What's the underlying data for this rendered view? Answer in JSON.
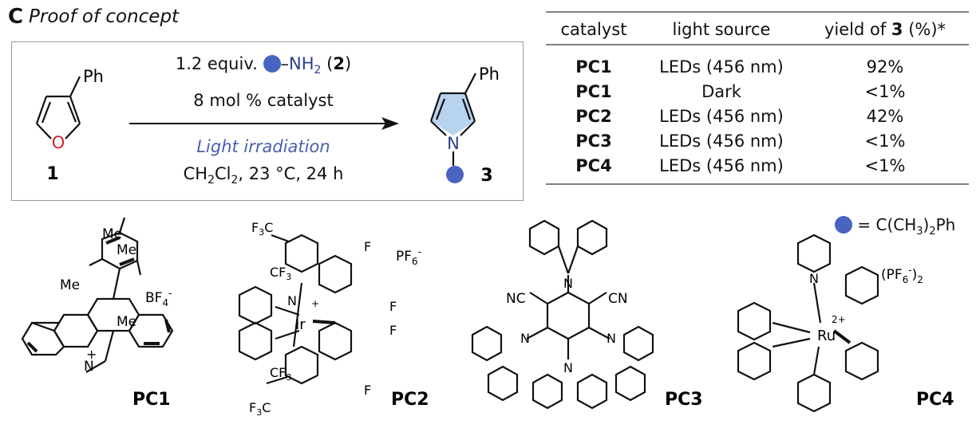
{
  "panel": {
    "letter": "C",
    "title": "Proof of concept"
  },
  "reaction": {
    "reactant_label": "1",
    "reactant_substituent": "Ph",
    "reactant_heteroatom": "O",
    "product_label": "3",
    "product_substituent": "Ph",
    "product_heteroatom": "N",
    "reagent_line1_prefix": "1.2 equiv.",
    "reagent_line1_group": "NH",
    "reagent_line1_sub": "2",
    "reagent_line1_open": "(",
    "reagent_line1_num": "2",
    "reagent_line1_close": ")",
    "reagent_line2": "8 mol % catalyst",
    "condition_light": "Light irradiation",
    "condition_solvent_a": "CH",
    "condition_solvent_sub1": "2",
    "condition_solvent_b": "Cl",
    "condition_solvent_sub2": "2",
    "condition_solvent_rest": ", 23 °C, 24 h"
  },
  "table": {
    "headers": {
      "catalyst": "catalyst",
      "light": "light source",
      "yield_prefix": "yield of",
      "yield_bold": "3",
      "yield_suffix": "(%)*"
    },
    "rows": [
      {
        "catalyst": "PC1",
        "light": "LEDs (456 nm)",
        "yield": "92%"
      },
      {
        "catalyst": "PC1",
        "light": "Dark",
        "yield": "<1%"
      },
      {
        "catalyst": "PC2",
        "light": "LEDs (456 nm)",
        "yield": "42%"
      },
      {
        "catalyst": "PC3",
        "light": "LEDs (456 nm)",
        "yield": "<1%"
      },
      {
        "catalyst": "PC4",
        "light": "LEDs (456 nm)",
        "yield": "<1%"
      }
    ]
  },
  "legend": {
    "text_a": "= C(CH",
    "text_sub": "3",
    "text_b": ")",
    "text_sub2": "2",
    "text_c": "Ph"
  },
  "structures": {
    "pc1": {
      "label": "PC1",
      "me1": "Me",
      "me2": "Me",
      "me3": "Me",
      "me4": "Me",
      "counterion": "BF",
      "counterion_sub": "4",
      "counterion_sup": "-",
      "nplus": "N",
      "plus": "+"
    },
    "pc2": {
      "label": "PC2",
      "cf3_a": "F",
      "cf3_a2": "C",
      "cf3_b": "CF",
      "cf3_c": "CF",
      "cf3_d": "F",
      "cf3_d2": "C",
      "sub3": "3",
      "f1": "F",
      "f2": "F",
      "f3": "F",
      "f4": "F",
      "ir": "Ir",
      "ir_plus": "+",
      "n": "N",
      "counterion": "PF",
      "counterion_sub": "6",
      "counterion_sup": "-"
    },
    "pc3": {
      "label": "PC3",
      "cn1": "NC",
      "cn2": "CN",
      "n": "N"
    },
    "pc4": {
      "label": "PC4",
      "ru": "Ru",
      "charge": "2+",
      "n": "N",
      "counterion_a": "(PF",
      "counterion_sub": "6",
      "counterion_sup": "-",
      "counterion_b": ")",
      "counterion_sub2": "2"
    }
  },
  "colors": {
    "accent_blue": "#4863c0",
    "oxygen_red": "#d2232a",
    "pyrrole_fill": "#b8d3ee",
    "border_gray": "#9a9a9a"
  }
}
